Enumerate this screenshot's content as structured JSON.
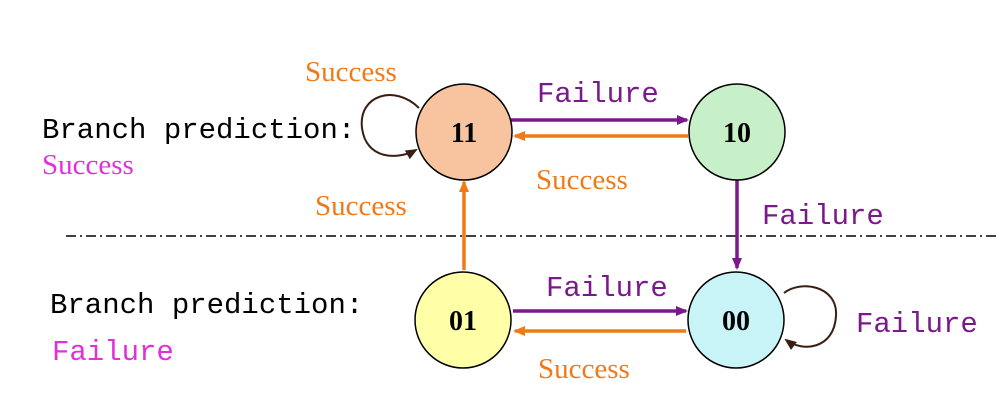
{
  "colors": {
    "success": "#F07A18",
    "failure": "#7A1A8A",
    "magenta": "#E030D8",
    "self_loop": "#3A1E12",
    "node_11": "#F8C4A0",
    "node_10": "#C8F0C8",
    "node_01": "#FFFFA8",
    "node_00": "#C8F4F8"
  },
  "regions": {
    "top": {
      "heading": "Branch prediction:",
      "outcome": "Success"
    },
    "bottom": {
      "heading": "Branch prediction:",
      "outcome": "Failure"
    }
  },
  "states": [
    {
      "id": "11",
      "label": "11"
    },
    {
      "id": "10",
      "label": "10"
    },
    {
      "id": "01",
      "label": "01"
    },
    {
      "id": "00",
      "label": "00"
    }
  ],
  "transitions": [
    {
      "from": "11",
      "to": "11",
      "label": "Success"
    },
    {
      "from": "11",
      "to": "10",
      "label": "Failure"
    },
    {
      "from": "10",
      "to": "11",
      "label": "Success"
    },
    {
      "from": "10",
      "to": "00",
      "label": "Failure"
    },
    {
      "from": "01",
      "to": "11",
      "label": "Success"
    },
    {
      "from": "01",
      "to": "00",
      "label": "Failure"
    },
    {
      "from": "00",
      "to": "01",
      "label": "Success"
    },
    {
      "from": "00",
      "to": "00",
      "label": "Failure"
    }
  ]
}
